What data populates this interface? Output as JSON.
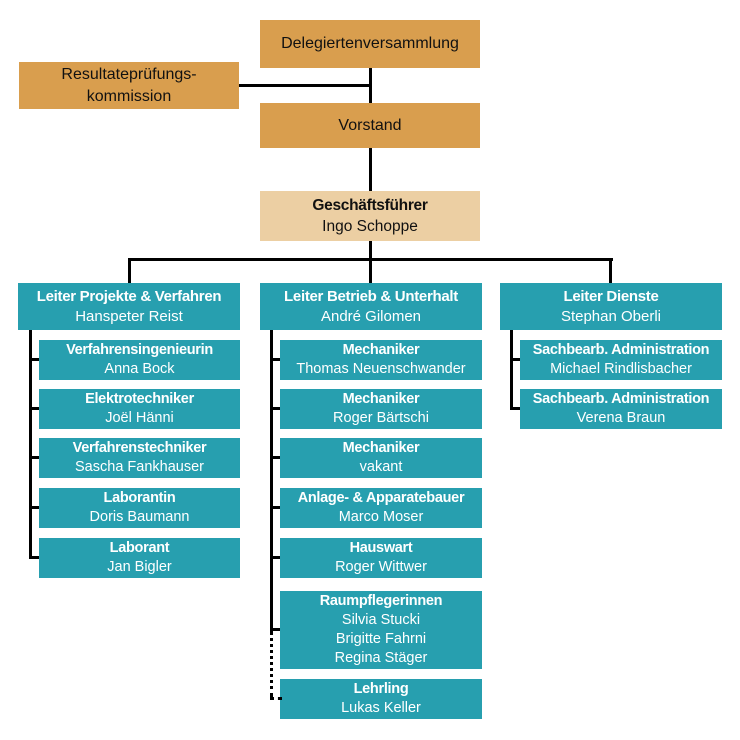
{
  "top_boxes": {
    "delegiertenversammlung": "Delegiertenversammlung",
    "resultatepruefungskommission_line1": "Resultateprüfungs-",
    "resultatepruefungskommission_line2": "kommission",
    "vorstand": "Vorstand"
  },
  "geschaeftsfuehrer": {
    "title": "Geschäftsführer",
    "name": "Ingo Schoppe"
  },
  "columns": [
    {
      "leader": {
        "title": "Leiter Projekte & Verfahren",
        "name": "Hanspeter Reist"
      },
      "members": [
        {
          "role": "Verfahrensingenieurin",
          "names": [
            "Anna Bock"
          ]
        },
        {
          "role": "Elektrotechniker",
          "names": [
            "Joël Hänni"
          ]
        },
        {
          "role": "Verfahrenstechniker",
          "names": [
            "Sascha Fankhauser"
          ]
        },
        {
          "role": "Laborantin",
          "names": [
            "Doris Baumann"
          ]
        },
        {
          "role": "Laborant",
          "names": [
            "Jan Bigler"
          ]
        }
      ]
    },
    {
      "leader": {
        "title": "Leiter Betrieb & Unterhalt",
        "name": "André Gilomen"
      },
      "members": [
        {
          "role": "Mechaniker",
          "names": [
            "Thomas Neuenschwander"
          ]
        },
        {
          "role": "Mechaniker",
          "names": [
            "Roger Bärtschi"
          ]
        },
        {
          "role": "Mechaniker",
          "names": [
            "vakant"
          ]
        },
        {
          "role": "Anlage- & Apparatebauer",
          "names": [
            "Marco Moser"
          ]
        },
        {
          "role": "Hauswart",
          "names": [
            "Roger Wittwer"
          ]
        },
        {
          "role": "Raumpflegerinnen",
          "names": [
            "Silvia Stucki",
            "Brigitte Fahrni",
            "Regina Stäger"
          ]
        },
        {
          "role": "Lehrling",
          "names": [
            "Lukas Keller"
          ],
          "dotted": true
        }
      ]
    },
    {
      "leader": {
        "title": "Leiter Dienste",
        "name": "Stephan Oberli"
      },
      "members": [
        {
          "role": "Sachbearb. Administration",
          "names": [
            "Michael Rindlisbacher"
          ]
        },
        {
          "role": "Sachbearb. Administration",
          "names": [
            "Verena Braun"
          ]
        }
      ]
    }
  ],
  "colors": {
    "orange": "#D99E4E",
    "tan": "#ECCFA3",
    "teal": "#279FAF",
    "line": "#000000",
    "text_dark": "#111111",
    "text_light": "#FFFFFF"
  }
}
